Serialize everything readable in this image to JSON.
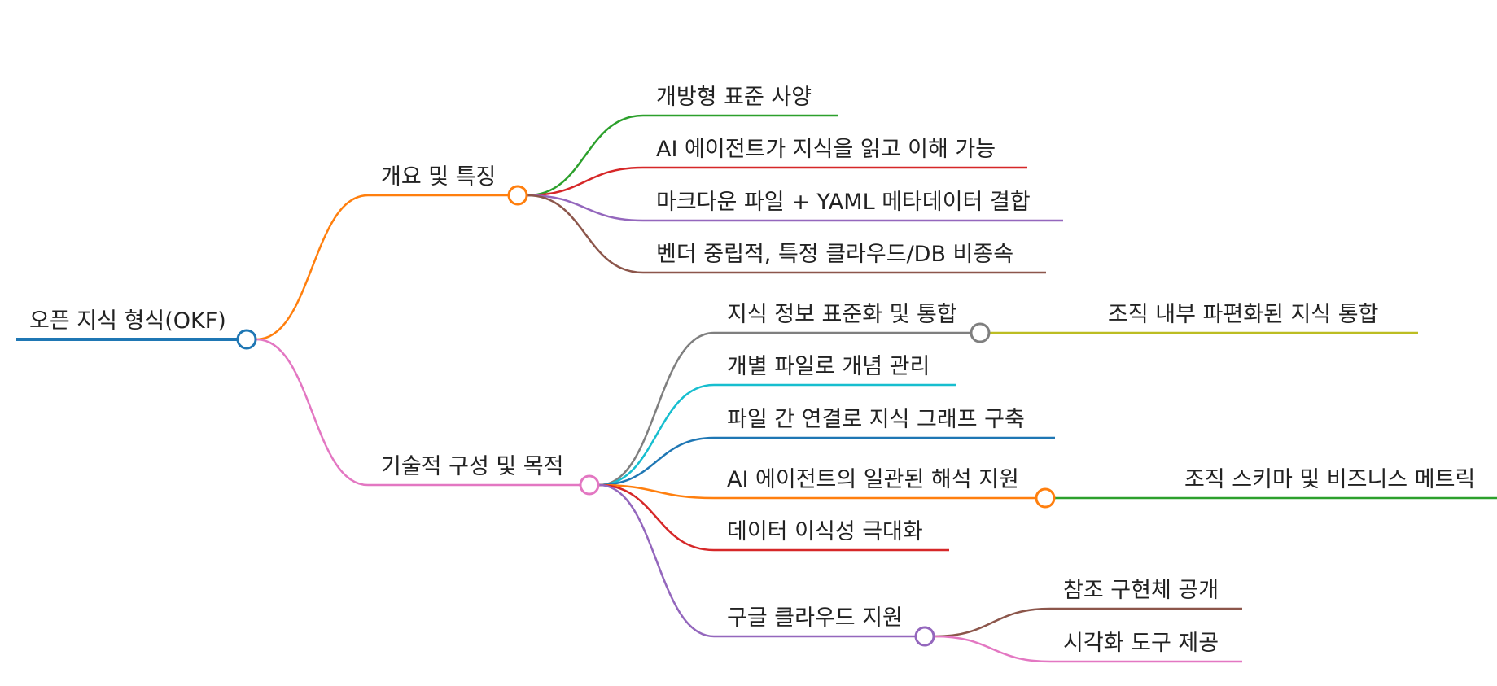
{
  "mindmap": {
    "root": {
      "label": "오픈 지식 형식(OKF)",
      "color": "#1f77b4"
    },
    "branches": [
      {
        "label": "개요 및 특징",
        "color": "#ff7f0e",
        "children": [
          {
            "label": "개방형 표준 사양",
            "color": "#2ca02c"
          },
          {
            "label": "AI 에이전트가 지식을 읽고 이해 가능",
            "color": "#d62728"
          },
          {
            "label": "마크다운 파일 + YAML 메타데이터 결합",
            "color": "#9467bd"
          },
          {
            "label": "벤더 중립적, 특정 클라우드/DB 비종속",
            "color": "#8c564b"
          }
        ]
      },
      {
        "label": "기술적 구성 및 목적",
        "color": "#e377c2",
        "children": [
          {
            "label": "지식 정보 표준화 및 통합",
            "color": "#7f7f7f",
            "children": [
              {
                "label": "조직 내부 파편화된 지식 통합",
                "color": "#bcbd22"
              }
            ]
          },
          {
            "label": "개별 파일로 개념 관리",
            "color": "#17becf"
          },
          {
            "label": "파일 간 연결로 지식 그래프 구축",
            "color": "#1f77b4"
          },
          {
            "label": "AI 에이전트의 일관된 해석 지원",
            "color": "#ff7f0e",
            "children": [
              {
                "label": "조직 스키마 및 비즈니스 메트릭",
                "color": "#2ca02c"
              }
            ]
          },
          {
            "label": "데이터 이식성 극대화",
            "color": "#d62728"
          },
          {
            "label": "구글 클라우드 지원",
            "color": "#9467bd",
            "children": [
              {
                "label": "참조 구현체 공개",
                "color": "#8c564b"
              },
              {
                "label": "시각화 도구 제공",
                "color": "#e377c2"
              }
            ]
          }
        ]
      }
    ]
  }
}
